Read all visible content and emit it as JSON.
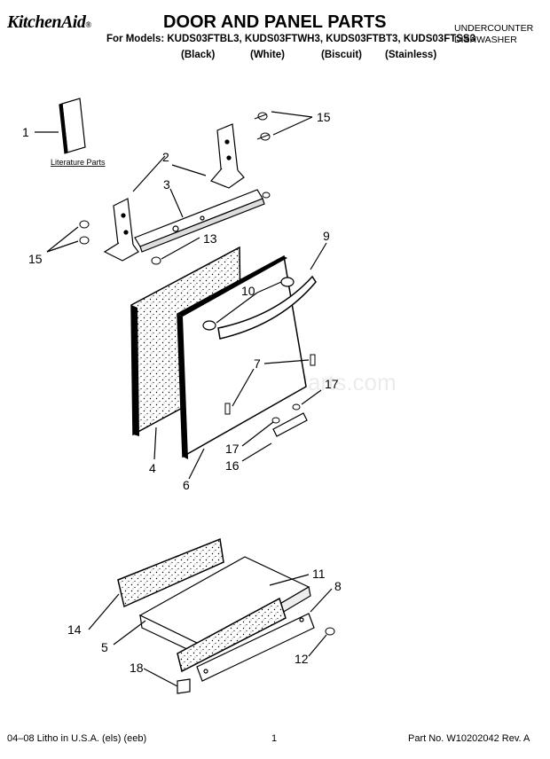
{
  "header": {
    "brand": "KitchenAid",
    "reg_mark": "®",
    "title": "DOOR AND PANEL PARTS",
    "models_line": "For Models: KUDS03FTBL3, KUDS03FTWH3, KUDS03FTBT3, KUDS03FTSS3",
    "colors": [
      "(Black)",
      "(White)",
      "(Biscuit)",
      "(Stainless)"
    ],
    "product_line1": "UNDERCOUNTER",
    "product_line2": "DISHWASHER"
  },
  "diagram": {
    "literature_label": "Literature Parts",
    "watermark": "eReplacementParts.com",
    "callouts": [
      "1",
      "15",
      "2",
      "3",
      "15",
      "13",
      "9",
      "10",
      "7",
      "17",
      "4",
      "17",
      "16",
      "6",
      "11",
      "8",
      "14",
      "5",
      "12",
      "18"
    ]
  },
  "footer": {
    "left": "04–08 Litho in U.S.A. (els) (eeb)",
    "page": "1",
    "part_no": "Part No. W10202042 Rev. A"
  }
}
